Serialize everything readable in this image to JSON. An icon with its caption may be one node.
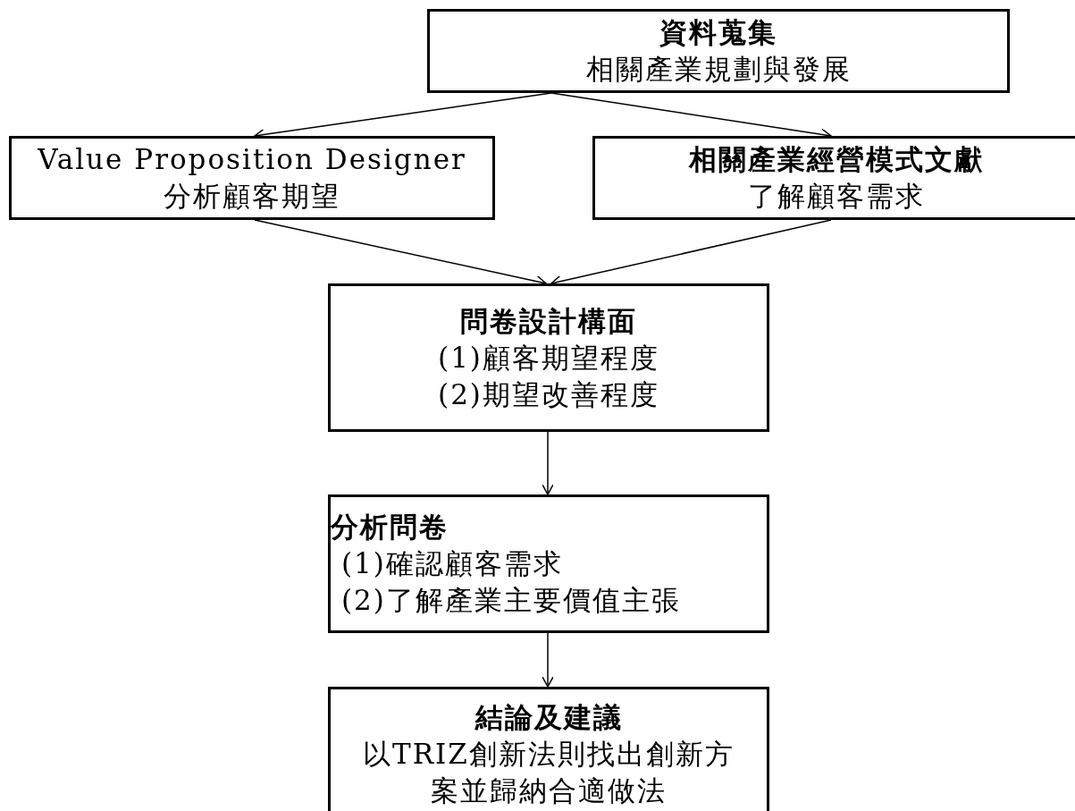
{
  "diagram": {
    "nodes": [
      {
        "text": [
          "資料蒐集",
          "相關產業規劃與發展"
        ]
      },
      {
        "text": [
          "Value Proposition Designer",
          "分析顧客期望"
        ]
      },
      {
        "text": [
          "相關產業經營模式文獻",
          "了解顧客需求"
        ]
      },
      {
        "text": [
          "問卷設計構面",
          "(1)顧客期望程度",
          "(2)期望改善程度"
        ]
      },
      {
        "text": [
          "分析問卷",
          "(1)確認顧客需求",
          "(2)了解產業主要價值主張"
        ]
      },
      {
        "text": [
          "結論及建議",
          "以TRIZ創新法則找出創新方案並歸納合適做法"
        ]
      }
    ],
    "edges": [
      {
        "from": 0,
        "to": 1,
        "arrow": "to"
      },
      {
        "from": 0,
        "to": 2,
        "arrow": "to"
      },
      {
        "from": 1,
        "to": 3,
        "arrow": "to"
      },
      {
        "from": 2,
        "to": 3,
        "arrow": "to"
      },
      {
        "from": 3,
        "to": 4,
        "arrow": "to"
      },
      {
        "from": 4,
        "to": 5,
        "arrow": "to"
      }
    ]
  }
}
